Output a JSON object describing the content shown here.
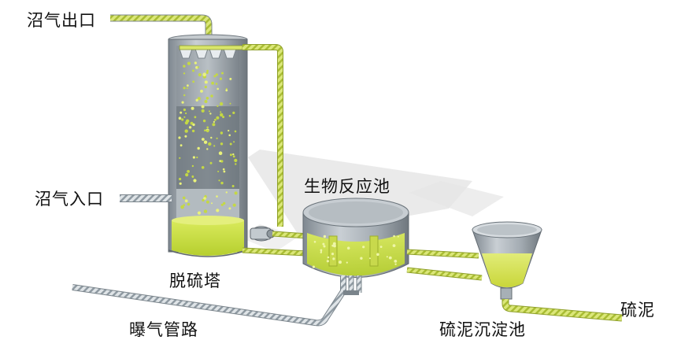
{
  "labels": {
    "biogas_outlet": "沼气出口",
    "biogas_inlet": "沼气入口",
    "desulfurization_tower": "脱硫塔",
    "bioreactor": "生物反应池",
    "aeration_pipe": "曝气管路",
    "sludge_settling_tank": "硫泥沉淀池",
    "sulfur_sludge": "硫泥"
  },
  "colors": {
    "liquid": "#c7dd46",
    "steel": "#9aa3ab",
    "pipe_green": "#d6e46a",
    "pipe_gray": "#bfc6cc",
    "shadow": "#e2e2e2"
  }
}
